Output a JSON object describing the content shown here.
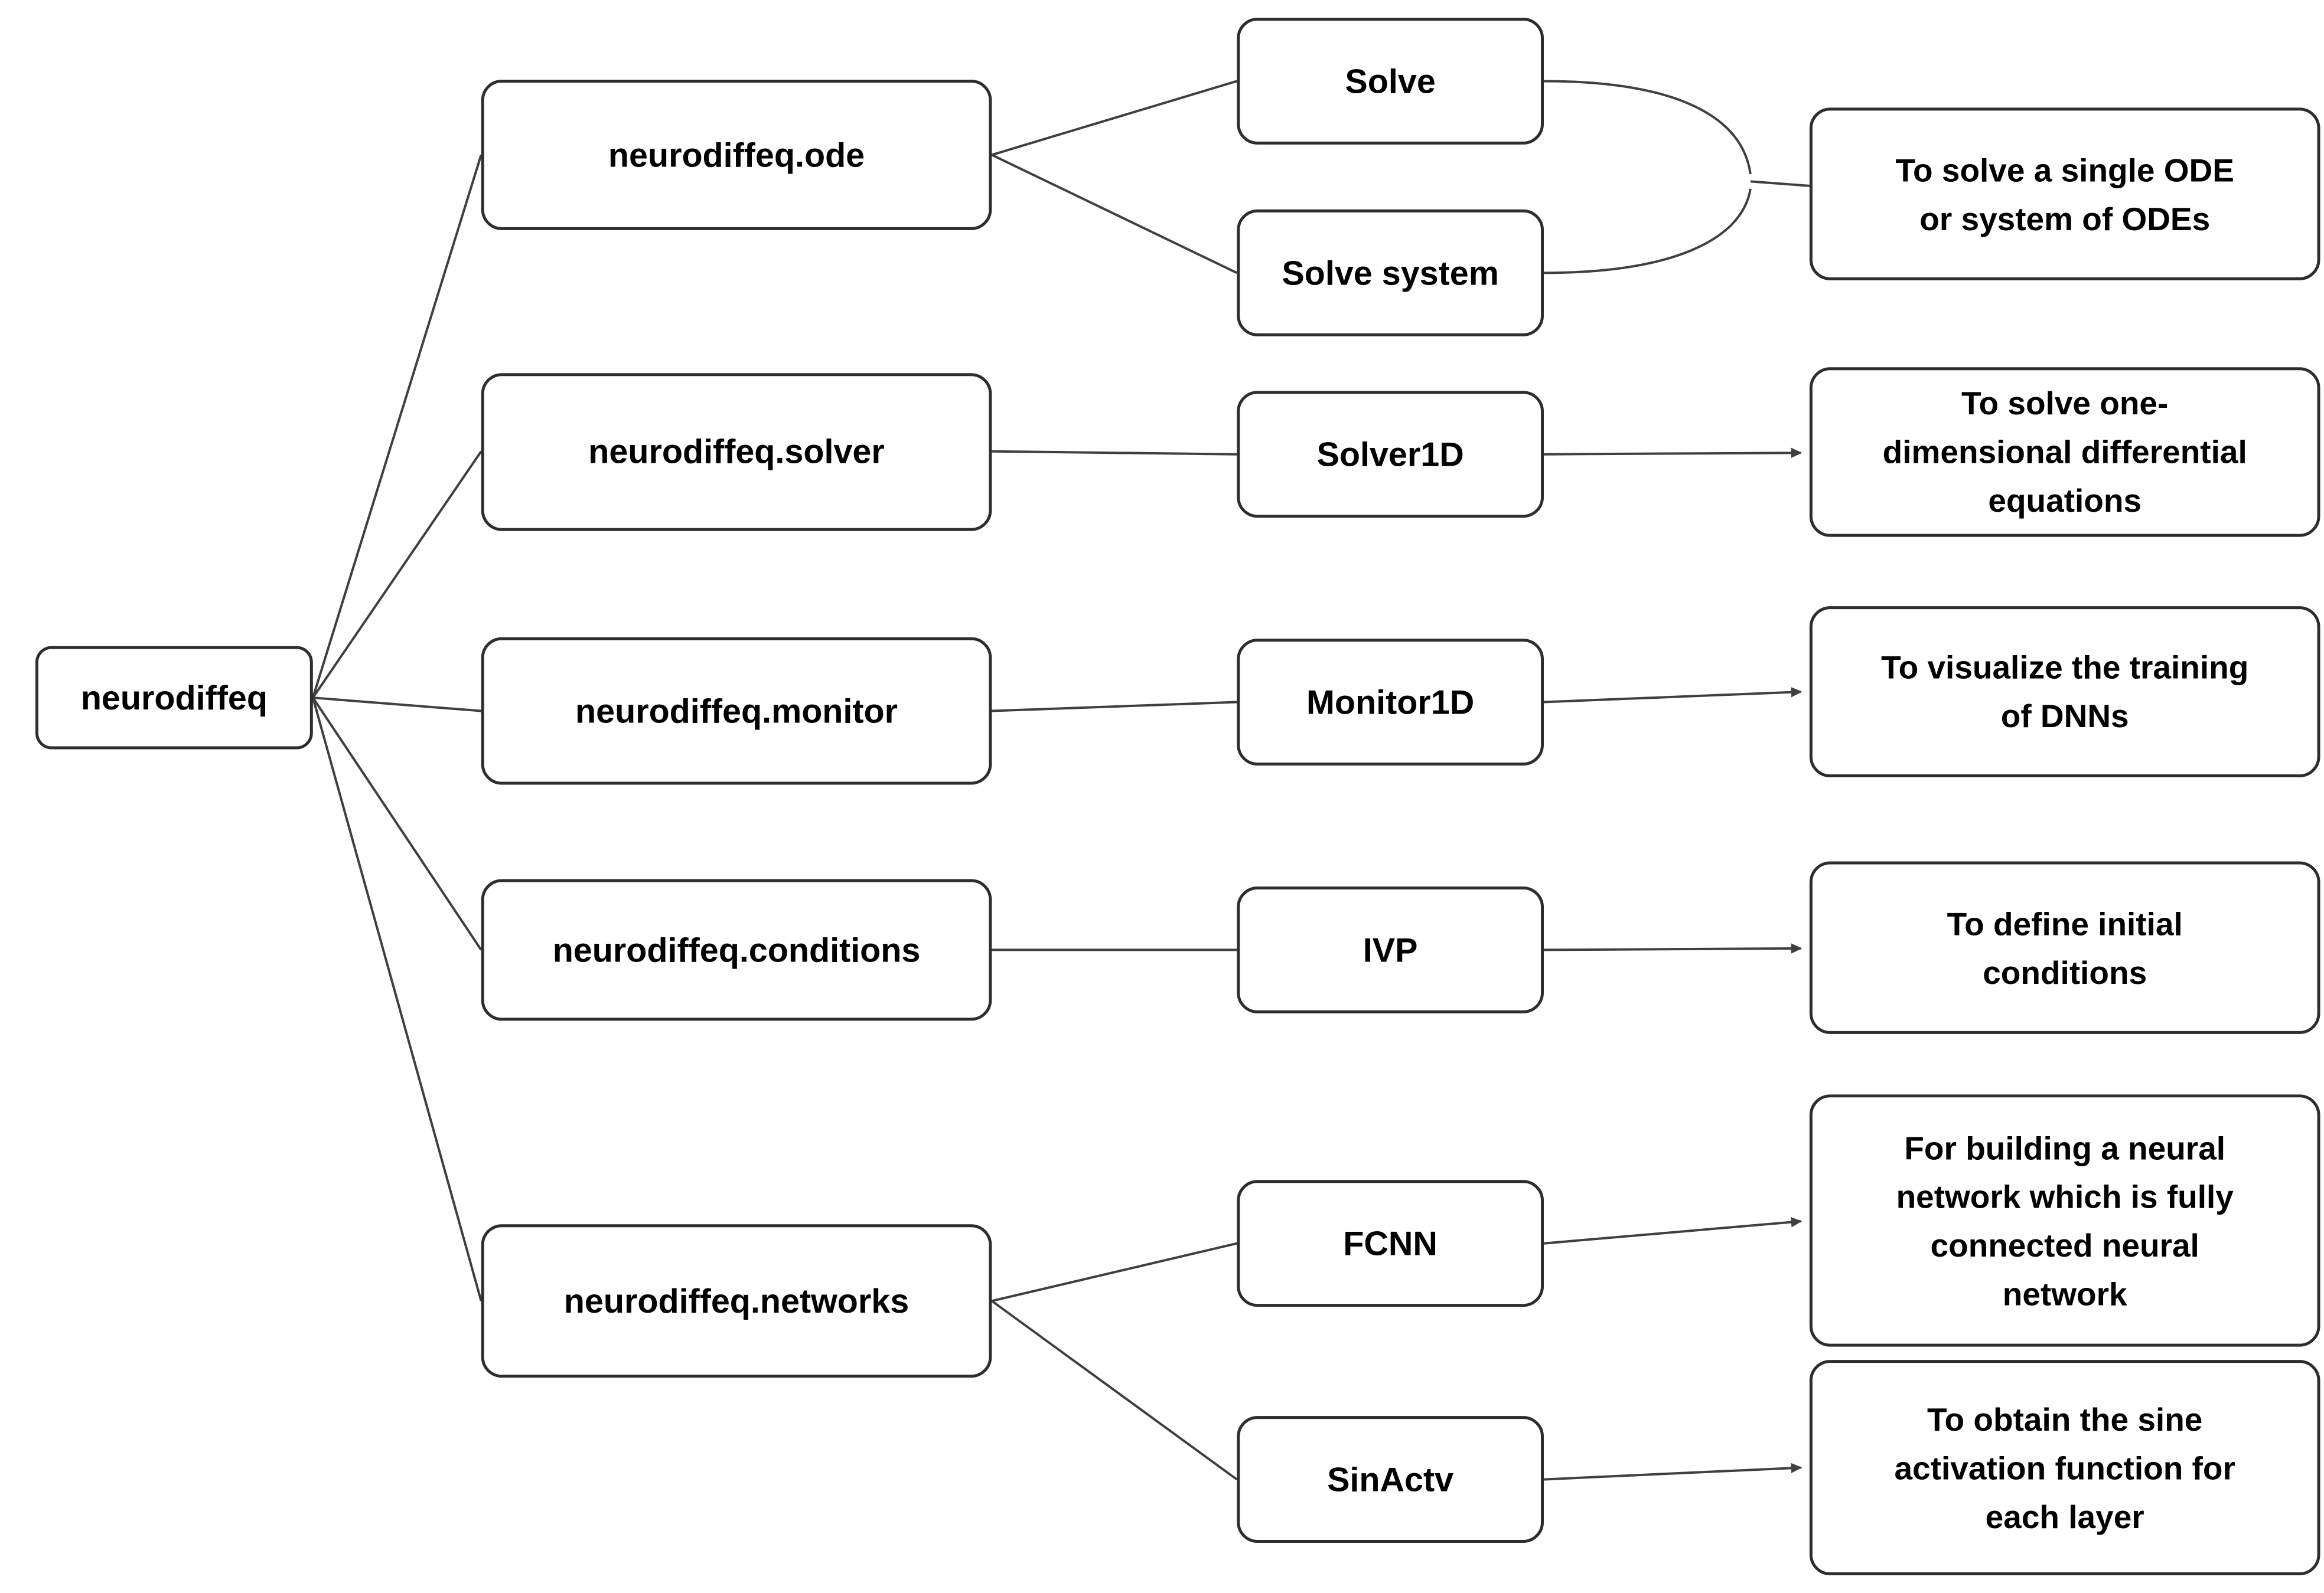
{
  "colors": {
    "background": "#ffffff",
    "box_fill": "#ffffff",
    "box_border": "#2d2d2d",
    "connector": "#3f3f3f",
    "text": "#000000"
  },
  "nodes": {
    "root": "neurodiffeq",
    "ode": "neurodiffeq.ode",
    "solver": "neurodiffeq.solver",
    "monitor": "neurodiffeq.monitor",
    "conditions": "neurodiffeq.conditions",
    "networks": "neurodiffeq.networks",
    "solve": "Solve",
    "solve_system": "Solve system",
    "solver1d": "Solver1D",
    "monitor1d": "Monitor1D",
    "ivp": "IVP",
    "fcnn": "FCNN",
    "sinactv": "SinActv",
    "ode_desc": "To solve a single ODE\nor system of ODEs",
    "solver_desc": "To solve one-\ndimensional differential\nequations",
    "monitor_desc": "To visualize the training\nof DNNs",
    "ivp_desc": "To define initial\nconditions",
    "fcnn_desc": "For building a neural\nnetwork which is fully\nconnected neural\nnetwork",
    "sinactv_desc": "To obtain the  sine\nactivation function for\neach layer"
  },
  "edges": [
    {
      "from": "neurodiffeq",
      "to": "neurodiffeq.ode",
      "arrow": false
    },
    {
      "from": "neurodiffeq",
      "to": "neurodiffeq.solver",
      "arrow": false
    },
    {
      "from": "neurodiffeq",
      "to": "neurodiffeq.monitor",
      "arrow": false
    },
    {
      "from": "neurodiffeq",
      "to": "neurodiffeq.conditions",
      "arrow": false
    },
    {
      "from": "neurodiffeq",
      "to": "neurodiffeq.networks",
      "arrow": false
    },
    {
      "from": "neurodiffeq.ode",
      "to": "Solve",
      "arrow": false
    },
    {
      "from": "neurodiffeq.ode",
      "to": "Solve system",
      "arrow": false
    },
    {
      "from": "neurodiffeq.solver",
      "to": "Solver1D",
      "arrow": false
    },
    {
      "from": "neurodiffeq.monitor",
      "to": "Monitor1D",
      "arrow": false
    },
    {
      "from": "neurodiffeq.conditions",
      "to": "IVP",
      "arrow": false
    },
    {
      "from": "neurodiffeq.networks",
      "to": "FCNN",
      "arrow": false
    },
    {
      "from": "neurodiffeq.networks",
      "to": "SinActv",
      "arrow": false
    },
    {
      "from": "Solve",
      "to": "To solve a single ODE or system of ODEs",
      "arrow": false,
      "style": "brace"
    },
    {
      "from": "Solve system",
      "to": "To solve a single ODE or system of ODEs",
      "arrow": false,
      "style": "brace"
    },
    {
      "from": "Solver1D",
      "to": "To solve one-dimensional differential equations",
      "arrow": true
    },
    {
      "from": "Monitor1D",
      "to": "To visualize the training of DNNs",
      "arrow": true
    },
    {
      "from": "IVP",
      "to": "To define initial conditions",
      "arrow": true
    },
    {
      "from": "FCNN",
      "to": "For building a neural network which is fully connected neural network",
      "arrow": true
    },
    {
      "from": "SinActv",
      "to": "To obtain the sine activation function for each layer",
      "arrow": true
    }
  ]
}
